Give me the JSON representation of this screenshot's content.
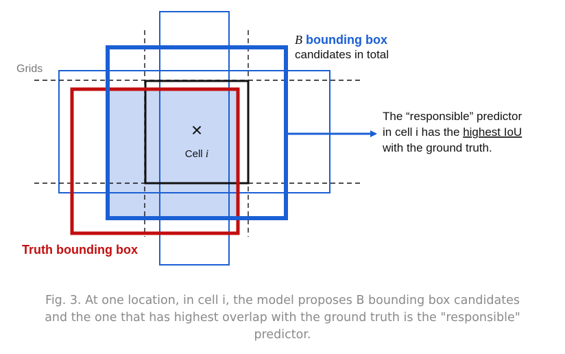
{
  "diagram": {
    "grid_label": "Grids",
    "cell_symbol": "×",
    "cell_label": "Cell ",
    "cell_label_var": "i",
    "b_var": "B",
    "b_label_bold": " bounding box",
    "b_label_line2": "candidates in total",
    "truth_label": "Truth bounding box",
    "note_lines": {
      "l1": "The “responsible” predictor",
      "l2_prefix": "in cell i has the ",
      "l2_underlined": "highest IoU",
      "l3": "with the ground truth."
    },
    "colors": {
      "blue": "#1a5fd4",
      "red": "#c20e0e",
      "fill": "#c9d8f5",
      "black": "#111111",
      "caption": "#8a8a8a"
    }
  },
  "caption": {
    "line1": "Fig. 3. At one location, in cell i, the model proposes B bounding box candidates",
    "line2": "and the one that has highest overlap with the ground truth is the \"responsible\"",
    "line3": "predictor."
  }
}
